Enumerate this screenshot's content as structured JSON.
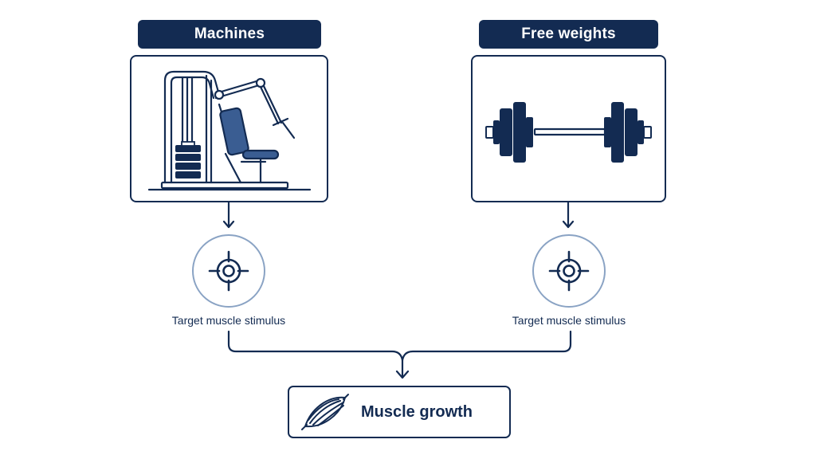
{
  "left": {
    "title": "Machines",
    "image_icon": "weight-machine-icon",
    "target_icon": "crosshair-icon",
    "target_label": "Target muscle stimulus"
  },
  "right": {
    "title": "Free weights",
    "image_icon": "barbell-icon",
    "target_icon": "crosshair-icon",
    "target_label": "Target muscle stimulus"
  },
  "result": {
    "icon": "muscle-icon",
    "label": "Muscle growth"
  },
  "colors": {
    "navy": "#132b52",
    "accent_blue": "#3a5d92",
    "soft_ring": "#8aa3c4"
  }
}
